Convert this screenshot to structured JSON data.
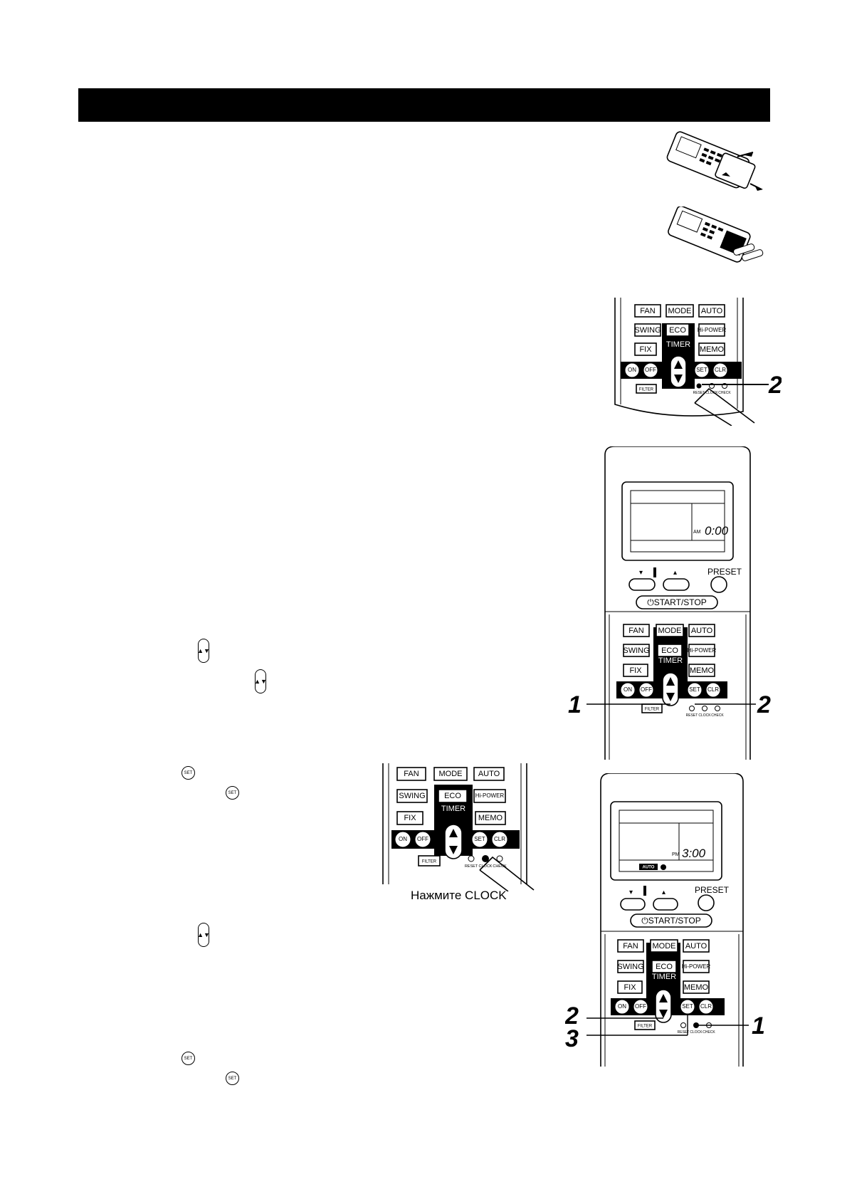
{
  "remote": {
    "buttons": {
      "fan": "FAN",
      "mode": "MODE",
      "auto": "AUTO",
      "swing": "SWING",
      "eco": "ECO",
      "hipower": "Hi-POWER",
      "timer": "TIMER",
      "fix": "FIX",
      "memo": "MEMO",
      "on": "ON",
      "off": "OFF",
      "set": "SET",
      "clr": "CLR",
      "filter": "FILTER",
      "reset": "RESET",
      "clock": "CLOCK",
      "check": "CHECK",
      "preset": "PRESET",
      "start_stop": "⏻START/STOP",
      "temp_down": "▾",
      "temp_up": "▴"
    },
    "display1": {
      "ampm": "AM",
      "time": "0:00"
    },
    "display2": {
      "ampm": "PM",
      "time": "3:00",
      "mode": "AUTO"
    }
  },
  "callouts": {
    "fig3_c1": "2",
    "fig4_c1": "1",
    "fig4_c2": "2",
    "fig6_c1": "2",
    "fig6_c2": "3",
    "fig6_c3": "1"
  },
  "captions": {
    "press_clock": "Нажмите CLOCK"
  },
  "inline_icons": {
    "updown": "▲▼",
    "set": "SET"
  }
}
